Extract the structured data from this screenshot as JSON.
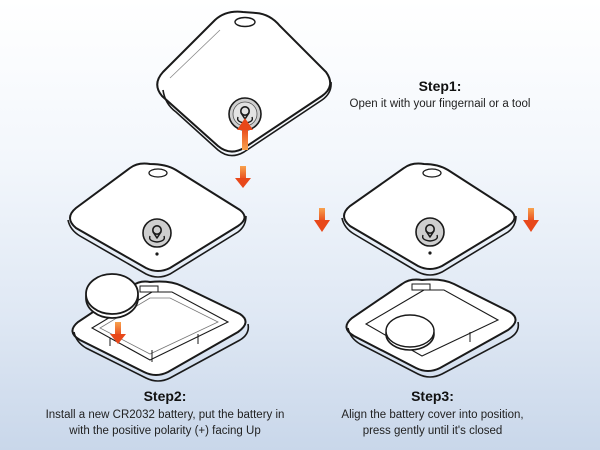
{
  "step1": {
    "title": "Step1:",
    "text": "Open it with your fingernail or a tool"
  },
  "step2": {
    "title": "Step2:",
    "line1": "Install a new CR2032 battery, put the battery in",
    "line2": "with the positive polarity (+) facing Up"
  },
  "step3": {
    "title": "Step3:",
    "line1": "Align the battery cover into position,",
    "line2": "press gently until it's closed"
  },
  "colors": {
    "arrow": "#e8521a",
    "arrow_light": "#f6a04e",
    "outline": "#1a1a1a",
    "button_fill": "#cfcfcf"
  }
}
